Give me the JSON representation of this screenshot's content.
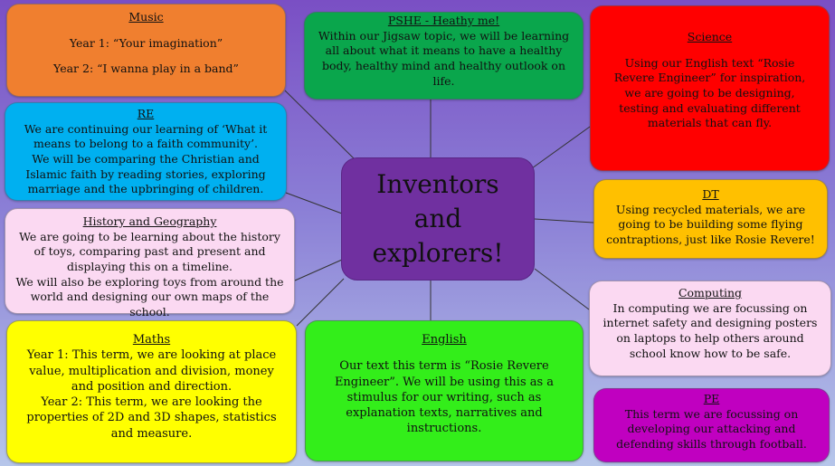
{
  "center": {
    "title": "Inventors\nand\nexplorers!"
  },
  "music": {
    "title": "Music",
    "year1": "Year 1: “Your imagination”",
    "year2": "Year 2: “I wanna play in a band”",
    "color": "#f07f2f"
  },
  "pshe": {
    "title": "PSHE - Heathy me!",
    "text": "Within our Jigsaw topic, we will be learning all about what it means to have a healthy body, healthy mind and healthy outlook on life.",
    "color": "#0aa64c"
  },
  "science": {
    "title": "Science",
    "text": "Using our English text “Rosie Revere Engineer” for inspiration, we are going to be designing, testing and evaluating different materials that can fly.",
    "color": "#ff0000"
  },
  "re": {
    "title": "RE",
    "text1": "We are continuing our learning of ‘What it means to belong to a faith community’.",
    "text2": "We will be comparing the Christian and Islamic faith by reading stories, exploring marriage and the upbringing of children.",
    "color": "#00b0f0"
  },
  "dt": {
    "title": "DT",
    "text": "Using recycled materials, we are going to be building some flying contraptions, just like Rosie Revere!",
    "color": "#ffc000"
  },
  "history": {
    "title": "History and Geography",
    "text1": "We are going to be learning about the history of toys, comparing past and present and displaying this on a timeline.",
    "text2": "We will also be exploring toys from around the world and designing our own maps of the school.",
    "color": "#fbd9f2"
  },
  "computing": {
    "title": "Computing",
    "text": "In computing we are focussing on internet safety and designing posters on laptops to help others around school know how to be safe.",
    "color": "#fbd9f2"
  },
  "maths": {
    "title": "Maths",
    "year1": "Year 1: This term, we are looking at place value, multiplication and division, money and position and direction.",
    "year2": "Year 2: This term, we are looking the properties of 2D and 3D shapes, statistics and measure.",
    "color": "#ffff00"
  },
  "english": {
    "title": "English",
    "text": "Our text this term is “Rosie Revere Engineer”. We will be using this as a stimulus for our writing, such as explanation texts, narratives and instructions.",
    "color": "#33ee1a"
  },
  "pe": {
    "title": "PE",
    "text": "This term we are focussing on developing our attacking and defending skills through football.",
    "color": "#c000c0"
  }
}
